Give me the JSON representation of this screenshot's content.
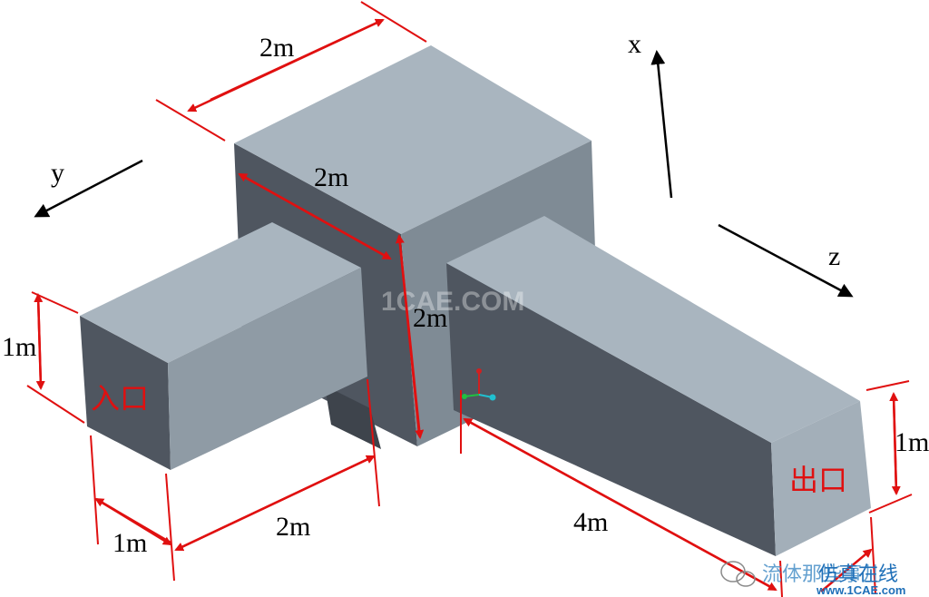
{
  "labels": {
    "top_width": "2m",
    "top_depth": "2m",
    "center_height": "2m",
    "inlet_height": "1m",
    "inlet_width": "1m",
    "inlet_length": "2m",
    "outlet_height": "1m",
    "outlet_length": "4m",
    "inlet": "入口",
    "outlet": "出口"
  },
  "axes": {
    "x": "x",
    "y": "y",
    "z": "z"
  },
  "watermark": {
    "center": "1CAE.COM",
    "wechat": "流体那些事儿",
    "site_cn": "仿真在线",
    "site_url": "www.1CAE.com"
  },
  "colors": {
    "dimension": "#e01010",
    "block_top": "#a9b5bf",
    "block_front": "#4f5660",
    "block_side": "#8a96a0"
  }
}
